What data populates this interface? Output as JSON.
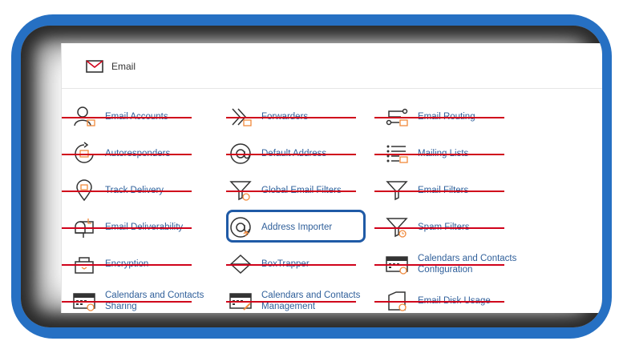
{
  "section": {
    "title": "Email",
    "icon": "envelope-icon"
  },
  "items": [
    {
      "label": "Email Accounts",
      "icon": "user-envelope-icon",
      "crossed": true
    },
    {
      "label": "Forwarders",
      "icon": "forward-arrows-icon",
      "crossed": true
    },
    {
      "label": "Email Routing",
      "icon": "routing-icon",
      "crossed": true
    },
    {
      "label": "Autoresponders",
      "icon": "autoresponder-icon",
      "crossed": true
    },
    {
      "label": "Default Address",
      "icon": "at-sign-icon",
      "crossed": true
    },
    {
      "label": "Mailing Lists",
      "icon": "list-envelope-icon",
      "crossed": true
    },
    {
      "label": "Track Delivery",
      "icon": "location-pin-icon",
      "crossed": true
    },
    {
      "label": "Global Email Filters",
      "icon": "funnel-globe-icon",
      "crossed": true
    },
    {
      "label": "Email Filters",
      "icon": "funnel-icon",
      "crossed": true
    },
    {
      "label": "Email Deliverability",
      "icon": "mailbox-icon",
      "crossed": true
    },
    {
      "label": "Address Importer",
      "icon": "at-import-icon",
      "crossed": false,
      "highlighted": true
    },
    {
      "label": "Spam Filters",
      "icon": "funnel-clock-icon",
      "crossed": true
    },
    {
      "label": "Encryption",
      "icon": "lock-box-icon",
      "crossed": true
    },
    {
      "label": "BoxTrapper",
      "icon": "box-trap-icon",
      "crossed": true
    },
    {
      "label": "Calendars and Contacts Configuration",
      "icon": "calendar-gear-icon",
      "crossed": true
    },
    {
      "label": "Calendars and Contacts Sharing",
      "icon": "calendar-share-icon",
      "crossed": true
    },
    {
      "label": "Calendars and Contacts Management",
      "icon": "calendar-manage-icon",
      "crossed": true
    },
    {
      "label": "Email Disk Usage",
      "icon": "disk-usage-icon",
      "crossed": true
    }
  ],
  "colors": {
    "frame": "#2670c3",
    "strike": "#d0021b",
    "highlight": "#1f5aa6",
    "link": "#2f5f9a",
    "accent": "#f08a3c"
  }
}
